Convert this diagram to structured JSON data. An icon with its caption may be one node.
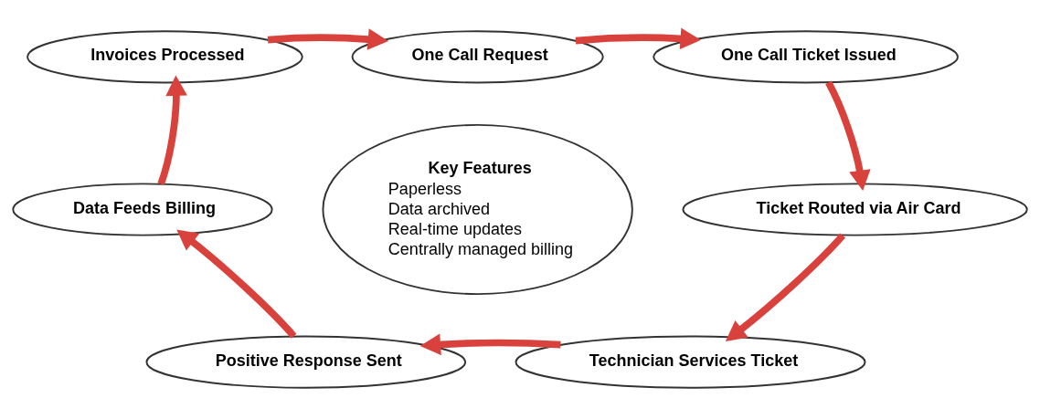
{
  "diagram": {
    "nodes": [
      {
        "text": [
          "One Call Request"
        ]
      },
      {
        "text": [
          "One Call Ticket Issued"
        ]
      },
      {
        "text": [
          "Ticket Routed via Air Card"
        ]
      },
      {
        "text": [
          "Technician Services Ticket"
        ]
      },
      {
        "text": [
          "Positive Response Sent"
        ]
      },
      {
        "text": [
          "Data Feeds Billing"
        ]
      },
      {
        "text": [
          "Invoices Processed"
        ]
      },
      {
        "text": [
          "Key Features",
          "Paperless",
          "Data archived",
          "Real-time updates",
          "Centrally managed billing"
        ]
      }
    ],
    "edges": [
      {
        "from": 0,
        "to": 1,
        "arrow": "to"
      },
      {
        "from": 1,
        "to": 2,
        "arrow": "to"
      },
      {
        "from": 2,
        "to": 3,
        "arrow": "to"
      },
      {
        "from": 3,
        "to": 4,
        "arrow": "to"
      },
      {
        "from": 4,
        "to": 5,
        "arrow": "to"
      },
      {
        "from": 5,
        "to": 6,
        "arrow": "to"
      },
      {
        "from": 6,
        "to": 0,
        "arrow": "to"
      }
    ]
  }
}
